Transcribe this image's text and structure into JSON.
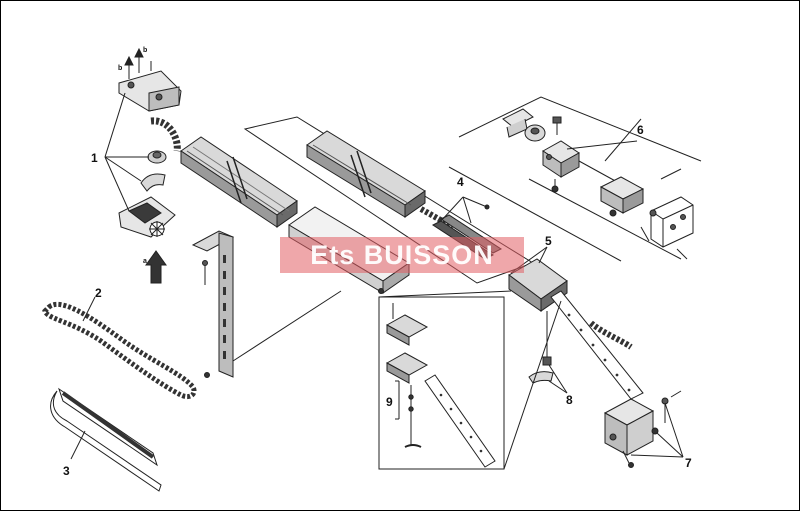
{
  "watermark": {
    "text": "Ets BUISSON"
  },
  "callouts": {
    "c1": "1",
    "c2": "2",
    "c3": "3",
    "c4": "4",
    "c5": "5",
    "c6": "6",
    "c7": "7",
    "c8": "8",
    "c9": "9"
  },
  "arrows": {
    "a": "a",
    "b": "b",
    "b2": "b"
  },
  "colors": {
    "line": "#222222",
    "fill_light": "#d9d9d9",
    "fill_mid": "#9a9a9a",
    "fill_dark": "#4a4a4a",
    "watermark": "#e15f64"
  }
}
